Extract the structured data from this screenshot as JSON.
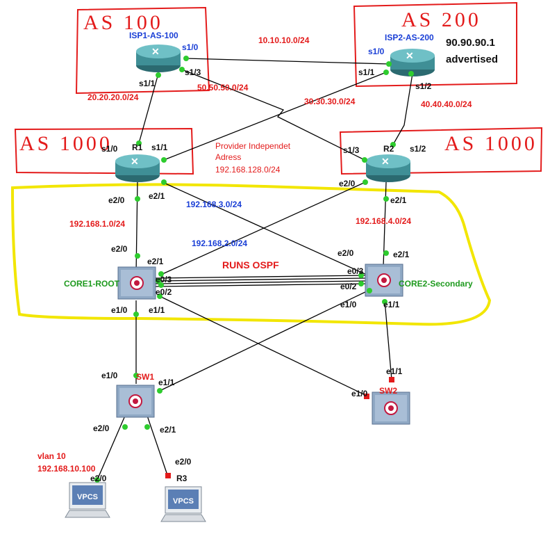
{
  "as_labels": {
    "isp1": "AS 100",
    "isp2": "AS 200",
    "r1": "AS 1000",
    "r2": "AS 1000"
  },
  "devices": {
    "isp1": "ISP1-AS-100",
    "isp2": "ISP2-AS-200",
    "r1": "R1",
    "r2": "R2",
    "core1": "CORE1-ROOT",
    "core2": "CORE2-Secondary",
    "sw1": "SW1",
    "sw2": "SW2",
    "r3": "R3",
    "vpcs1": "VPCS",
    "vpcs2": "VPCS"
  },
  "advertised": {
    "line1": "90.90.90.1",
    "line2": "advertised"
  },
  "networks": {
    "n10": "10.10.10.0/24",
    "n20": "20.20.20.0/24",
    "n50": "50.50.50.0/24",
    "n30": "30.30.30.0/24",
    "n40": "40.40.40.0/24",
    "n1": "192.168.1.0/24",
    "n3": "192.168.3.0/24",
    "n2": "192.168.2.0/24",
    "n4": "192.168.4.0/24"
  },
  "provider": {
    "line1": "Provider Independet",
    "line2": "Adress",
    "line3": "192.168.128.0/24"
  },
  "ospf": "RUNS OSPF",
  "vlan": {
    "line1": "vlan 10",
    "line2": "192.168.10.100"
  },
  "interfaces": {
    "isp1_s10": "s1/0",
    "isp1_s13": "s1/3",
    "isp1_s11": "s1/1",
    "isp2_s10": "s1/0",
    "isp2_s11": "s1/1",
    "isp2_s12": "s1/2",
    "r1_s10": "s1/0",
    "r1_s11": "s1/1",
    "r1_e20": "e2/0",
    "r1_e21": "e2/1",
    "r2_s13": "s1/3",
    "r2_s12": "s1/2",
    "r2_e20": "e2/0",
    "r2_e21": "e2/1",
    "c1_e20": "e2/0",
    "c1_e21": "e2/1",
    "c1_e03": "e0/3",
    "c1_e02": "e0/2",
    "c1_e10": "e1/0",
    "c1_e11": "e1/1",
    "c2_e20": "e2/0",
    "c2_e21": "e2/1",
    "c2_e03": "e0/3",
    "c2_e02": "e0/2",
    "c2_e10": "e1/0",
    "c2_e11": "e1/1",
    "sw1_e10": "e1/0",
    "sw1_e11": "e1/1",
    "sw1_e20": "e2/0",
    "sw1_e21": "e2/1",
    "sw2_e11": "e1/1",
    "sw2_e10": "e1/0",
    "vpcs_e20": "e2/0",
    "r3_e20": "e2/0"
  },
  "colors": {
    "red": "#e31b1b",
    "blue": "#1a3fd6",
    "green": "#1e9a1e",
    "ospf_outline": "#f2e600",
    "link": "#000000",
    "router_body": "#3f8f96",
    "switch_body": "#8fa8c4"
  }
}
